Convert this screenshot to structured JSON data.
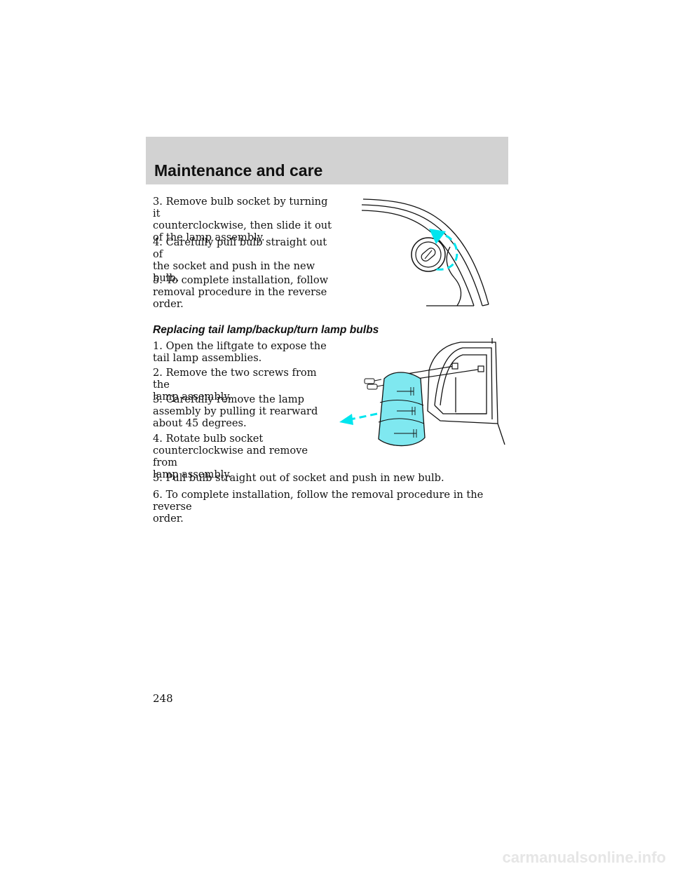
{
  "header": {
    "title": "Maintenance and care"
  },
  "section1": {
    "steps": [
      "3. Remove bulb socket by turning it\ncounterclockwise, then slide it out\nof the lamp assembly.",
      "4. Carefully pull bulb straight out of\nthe socket and push in the new\nbulb.",
      "5. To complete installation, follow\nremoval procedure in the reverse\norder."
    ]
  },
  "section2": {
    "heading": "Replacing tail lamp/backup/turn lamp bulbs",
    "steps": [
      "1. Open the liftgate to expose the\ntail lamp assemblies.",
      "2. Remove the two screws from the\nlamp assembly.",
      "3. Carefully remove the lamp\nassembly by pulling it rearward\nabout 45 degrees.",
      "4. Rotate bulb socket\ncounterclockwise and remove from\nlamp assembly.",
      "5. Pull bulb straight out of socket and push in new bulb.",
      "6. To complete installation, follow the removal procedure in the reverse\norder."
    ]
  },
  "page_number": "248",
  "watermark": "carmanualsonline.info",
  "colors": {
    "header_band": "#d2d2d2",
    "accent_arrow": "#00e5ee",
    "lamp_lens": "#7fe8f0"
  },
  "illustrations": {
    "socket_diagram": {
      "icon": "bulb-socket-rotation-diagram"
    },
    "tail_lamp_diagram": {
      "icon": "tail-lamp-removal-diagram"
    }
  }
}
